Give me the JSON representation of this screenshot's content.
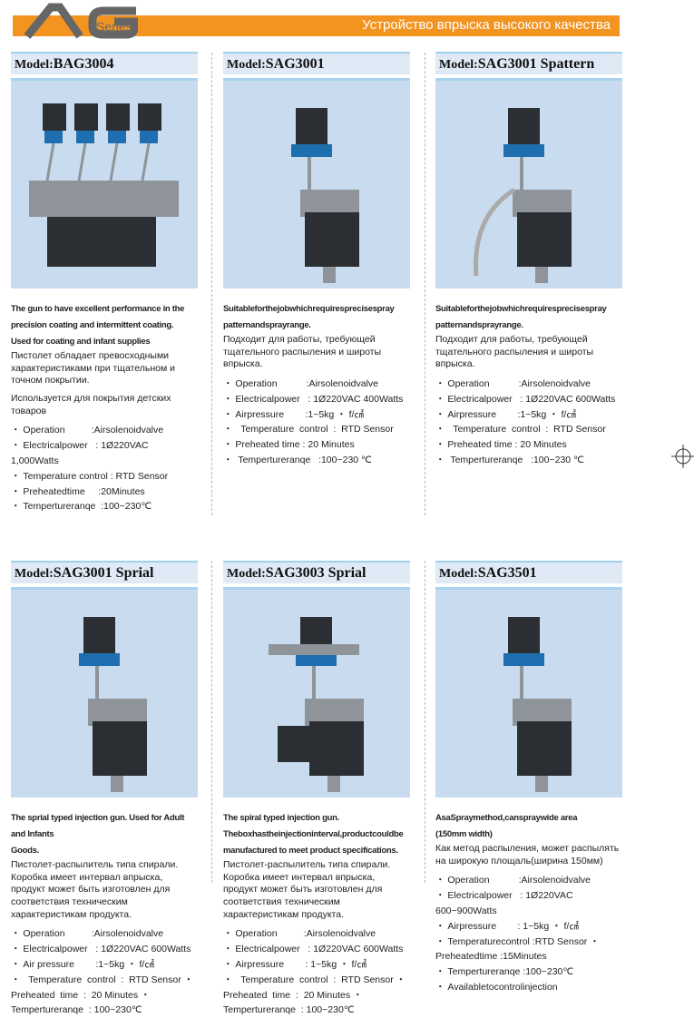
{
  "header": {
    "logo": "AG",
    "series": "Series",
    "slogan": "Устройство впрыска высокого качества",
    "accent": "#f39420"
  },
  "products": [
    {
      "label": "Model:",
      "model": "BAG3004",
      "en": [
        "The gun to have excellent performance in the",
        "precision coating and intermittent  coating.",
        "Used for coating and infant supplies"
      ],
      "ru": [
        "Пистолет обладает превосходными характеристиками при тщательном и точном покрытии.",
        "Используется для покрытия детских товаров"
      ],
      "specs": [
        "・ Operation          :Airsolenoidvalve",
        "・ Electricalpower   : 1Ø220VAC 1,000Watts",
        "・ Temperature control : RTD Sensor",
        "・ Preheatedtime     :20Minutes",
        "・ Tempertureranqe  :100~230℃"
      ]
    },
    {
      "label": "Model:",
      "model": "SAG3001",
      "en": [
        "Suitableforthejobwhichrequiresprecisespray",
        "patternandsprayrange."
      ],
      "ru": [
        "Подходит для работы, требующей тщательного распыления и широты впрыска."
      ],
      "specs": [
        "・ Operation           :Airsolenoidvalve",
        "・ Electricalpower   : 1Ø220VAC 400Watts",
        "・ Airpressure        :1~5kg ・ f/㎠",
        "・   Temperature  control  :  RTD Sensor",
        "・ Preheated time : 20 Minutes",
        "・  Tempertureranqe   :100~230 ℃"
      ]
    },
    {
      "label": "Model:",
      "model": "SAG3001 Spattern",
      "en": [
        "Suitableforthejobwhichrequiresprecisespray",
        "patternandsprayrange."
      ],
      "ru": [
        "Подходит для работы, требующей тщательного распыления и широты впрыска."
      ],
      "specs": [
        "・ Operation           :Airsolenoidvalve",
        "・ Electricalpower   : 1Ø220VAC 600Watts",
        "・ Airpressure        :1~5kg ・ f/㎠",
        "・   Temperature  control  :  RTD Sensor",
        "・ Preheated time : 20 Minutes",
        "・  Tempertureranqe   :100~230 ℃"
      ]
    },
    {
      "label": "Model:",
      "model": "SAG3001 Sprial",
      "en": [
        "The sprial typed injection gun. Used for Adult and Infants",
        "Goods."
      ],
      "ru": [
        "Пистолет-распылитель типа спирали. Коробка имеет интервал впрыска, продукт может быть изготовлен для соответствия техническим характеристикам продукта."
      ],
      "specs": [
        "・ Operation          :Airsolenoidvalve",
        "・ Electricalpower   : 1Ø220VAC 600Watts",
        "・ Air pressure        :1~5kg ・ f/㎠",
        "・   Temperature  control  :  RTD Sensor ・  Preheated  time  :  20 Minutes ・  Tempertureranqe  : 100~230℃"
      ]
    },
    {
      "label": "Model:",
      "model": "SAG3003 Sprial",
      "en": [
        "The spiral typed injection gun.",
        "Theboxhastheinjectioninterval,productcouldbe",
        "manufactured to meet product specifications."
      ],
      "ru": [
        "Пистолет-распылитель типа спирали. Коробка имеет интервал впрыска, продукт может быть изготовлен для соответствия техническим характеристикам продукта."
      ],
      "specs": [
        "・ Operation          :Airsolenoidvalve",
        "・ Electricalpower   : 1Ø220VAC 600Watts",
        "・ Airpressure        : 1~5kg ・ f/㎠",
        "・   Temperature  control  :  RTD Sensor ・  Preheated  time  :  20 Minutes ・  Tempertureranqe  : 100~230℃"
      ]
    },
    {
      "label": "Model:",
      "model": "SAG3501",
      "en": [
        "AsaSpraymethod,canspraywide area",
        "(150mm width)"
      ],
      "ru": [
        "Как метод распыления, может распылять на широкую площаль(ширина 150мм)"
      ],
      "specs": [
        "・ Operation           :Airsolenoidvalve",
        "・ Electricalpower   : 1Ø220VAC 600~900Watts",
        "・ Airpressure        : 1~5kg ・ f/㎠",
        "・ Temperaturecontrol :RTD Sensor ・ Preheatedtime :15Minutes",
        "・ Tempertureranqe :100~230℃",
        "・ Availabletocontrolinjection"
      ]
    }
  ]
}
